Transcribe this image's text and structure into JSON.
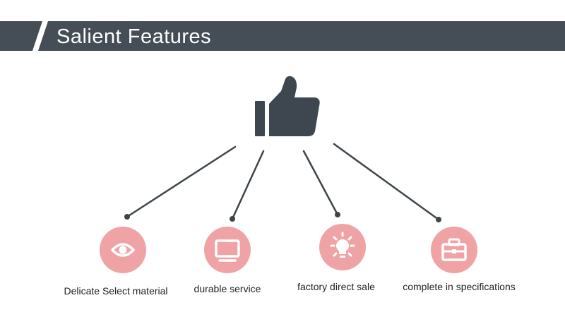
{
  "header": {
    "title": "Salient Features"
  },
  "colors": {
    "banner": "#454e56",
    "icon": "#3e474f",
    "line": "#3d454c",
    "accent": "#f0a3a4",
    "icon_on_accent": "#ffffff"
  },
  "center_icon": "thumbs-up-icon",
  "features": [
    {
      "label": "Delicate Select material",
      "icon": "eye-icon"
    },
    {
      "label": "durable service",
      "icon": "monitor-icon"
    },
    {
      "label": "factory direct sale",
      "icon": "lightbulb-icon"
    },
    {
      "label": "complete in specifications",
      "icon": "briefcase-icon"
    }
  ]
}
